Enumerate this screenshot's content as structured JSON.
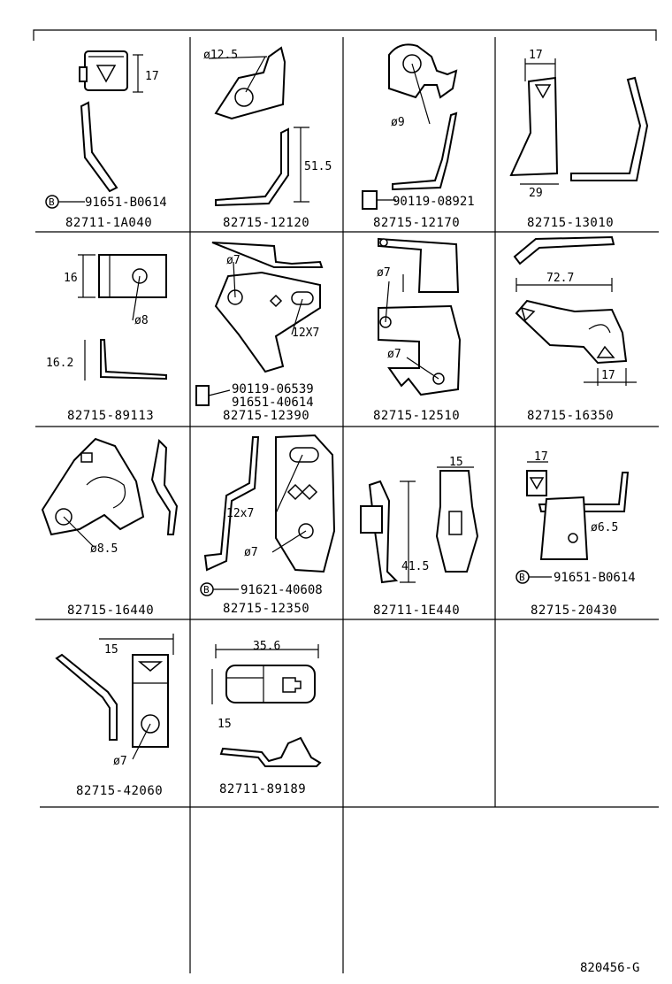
{
  "diagram_code": "820456-G",
  "cells": [
    {
      "part_number": "82711-1A040",
      "dims": [
        "17"
      ],
      "callout": {
        "symbol": "B",
        "code": "91651-B0614"
      }
    },
    {
      "part_number": "82715-12120",
      "dims": [
        "ø12.5",
        "51.5"
      ]
    },
    {
      "part_number": "82715-12170",
      "dims": [
        "ø9"
      ],
      "callout": {
        "code": "90119-08921"
      }
    },
    {
      "part_number": "82715-13010",
      "dims": [
        "17",
        "29"
      ]
    },
    {
      "part_number": "82715-89113",
      "dims": [
        "16",
        "ø8",
        "16.2"
      ]
    },
    {
      "part_number": "82715-12390",
      "dims": [
        "ø7",
        "12X7"
      ],
      "callouts": [
        "90119-06539",
        "91651-40614"
      ]
    },
    {
      "part_number": "82715-12510",
      "dims": [
        "ø7",
        "ø7"
      ]
    },
    {
      "part_number": "82715-16350",
      "dims": [
        "72.7",
        "17"
      ]
    },
    {
      "part_number": "82715-16440",
      "dims": [
        "ø8.5"
      ]
    },
    {
      "part_number": "82715-12350",
      "dims": [
        "12x7",
        "ø7"
      ],
      "callout": {
        "symbol": "B",
        "code": "91621-40608"
      }
    },
    {
      "part_number": "82711-1E440",
      "dims": [
        "15",
        "41.5"
      ]
    },
    {
      "part_number": "82715-20430",
      "dims": [
        "17",
        "ø6.5"
      ],
      "callout": {
        "symbol": "B",
        "code": "91651-B0614"
      }
    },
    {
      "part_number": "82715-42060",
      "dims": [
        "15",
        "ø7"
      ]
    },
    {
      "part_number": "82711-89189",
      "dims": [
        "35.6",
        "15"
      ]
    }
  ]
}
